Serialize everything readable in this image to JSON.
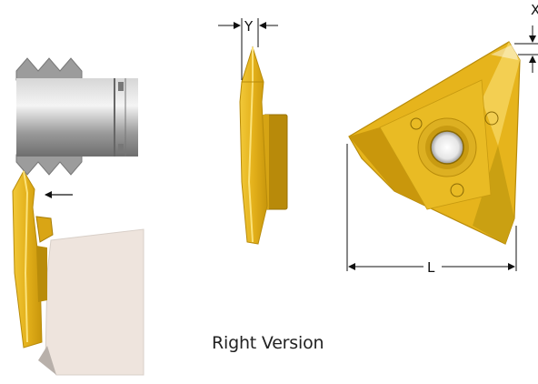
{
  "caption": "Right Version",
  "dimensions": {
    "y": "Y",
    "x": "X",
    "l": "L"
  },
  "colors": {
    "insert_gold": "#e8b81e",
    "insert_dark": "#c9980e",
    "insert_light": "#f6d65a",
    "holder": "#ede3dc",
    "workpiece": "#a8a8a8"
  }
}
